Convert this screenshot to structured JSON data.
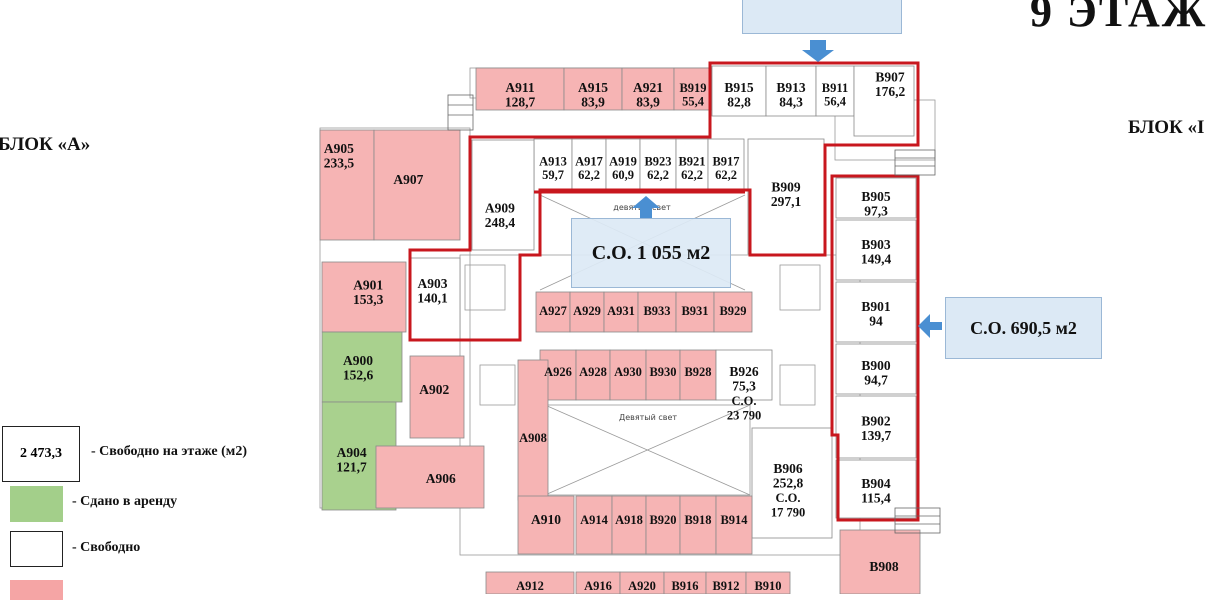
{
  "header": {
    "floor_title": "9 ЭТАЖ",
    "block_a_label": "БЛОК «А»",
    "block_b_label": "БЛОК «I"
  },
  "common_areas": {
    "central": "С.О. 1 055 м2",
    "east": "С.О. 690,5 м2",
    "atrium_top": "девятый свет",
    "atrium_bottom": "Девятый свет"
  },
  "legend": {
    "free_total_value": "2 473,3",
    "free_total_label": "- Свободно на этаже (м2)",
    "leased_label": "- Сдано в аренду",
    "free_label": "- Свободно",
    "leased_color": "#a3cf8a",
    "free_color": "#ffffff",
    "occupied_color": "#f5a5a5"
  },
  "colors": {
    "occupied": "#f6b4b4",
    "leased": "#a9d18e",
    "free": "#ffffff",
    "outline": "#c8171e",
    "callout": "#dce9f5",
    "arrow": "#4a8fd2"
  },
  "units": [
    {
      "id": "A911",
      "area": "128,7",
      "status": "occupied"
    },
    {
      "id": "A915",
      "area": "83,9",
      "status": "occupied"
    },
    {
      "id": "A921",
      "area": "83,9",
      "status": "occupied"
    },
    {
      "id": "B919",
      "area": "55,4",
      "status": "occupied"
    },
    {
      "id": "B915",
      "area": "82,8",
      "status": "free"
    },
    {
      "id": "B913",
      "area": "84,3",
      "status": "free"
    },
    {
      "id": "B911",
      "area": "56,4",
      "status": "free"
    },
    {
      "id": "B907",
      "area": "176,2",
      "status": "free"
    },
    {
      "id": "A905",
      "area": "233,5",
      "status": "occupied"
    },
    {
      "id": "A907",
      "area": "",
      "status": "occupied"
    },
    {
      "id": "A913",
      "area": "59,7",
      "status": "free"
    },
    {
      "id": "A917",
      "area": "62,2",
      "status": "free"
    },
    {
      "id": "A919",
      "area": "60,9",
      "status": "free"
    },
    {
      "id": "B923",
      "area": "62,2",
      "status": "free"
    },
    {
      "id": "B921",
      "area": "62,2",
      "status": "free"
    },
    {
      "id": "B917",
      "area": "62,2",
      "status": "free"
    },
    {
      "id": "A909",
      "area": "248,4",
      "status": "free"
    },
    {
      "id": "B909",
      "area": "297,1",
      "status": "free"
    },
    {
      "id": "B905",
      "area": "97,3",
      "status": "free"
    },
    {
      "id": "B903",
      "area": "149,4",
      "status": "free"
    },
    {
      "id": "A901",
      "area": "153,3",
      "status": "occupied"
    },
    {
      "id": "A903",
      "area": "140,1",
      "status": "free"
    },
    {
      "id": "A927",
      "area": "",
      "status": "occupied"
    },
    {
      "id": "A929",
      "area": "",
      "status": "occupied"
    },
    {
      "id": "A931",
      "area": "",
      "status": "occupied"
    },
    {
      "id": "B933",
      "area": "",
      "status": "occupied"
    },
    {
      "id": "B931",
      "area": "",
      "status": "occupied"
    },
    {
      "id": "B929",
      "area": "",
      "status": "occupied"
    },
    {
      "id": "B901",
      "area": "94",
      "status": "free"
    },
    {
      "id": "A900",
      "area": "152,6",
      "status": "leased"
    },
    {
      "id": "A902",
      "area": "",
      "status": "occupied"
    },
    {
      "id": "A926",
      "area": "",
      "status": "occupied"
    },
    {
      "id": "A928",
      "area": "",
      "status": "occupied"
    },
    {
      "id": "A930",
      "area": "",
      "status": "occupied"
    },
    {
      "id": "B930",
      "area": "",
      "status": "occupied"
    },
    {
      "id": "B928",
      "area": "",
      "status": "occupied"
    },
    {
      "id": "B926",
      "area": "75,3",
      "note": "С.О. 23 790",
      "status": "free"
    },
    {
      "id": "B900",
      "area": "94,7",
      "status": "free"
    },
    {
      "id": "A908",
      "area": "",
      "status": "occupied"
    },
    {
      "id": "B902",
      "area": "139,7",
      "status": "free"
    },
    {
      "id": "A904",
      "area": "121,7",
      "status": "leased"
    },
    {
      "id": "A906",
      "area": "",
      "status": "occupied"
    },
    {
      "id": "B906",
      "area": "252,8",
      "note": "С.О. 17 790",
      "status": "free"
    },
    {
      "id": "B904",
      "area": "115,4",
      "status": "free"
    },
    {
      "id": "A910",
      "area": "",
      "status": "occupied"
    },
    {
      "id": "A914",
      "area": "",
      "status": "occupied"
    },
    {
      "id": "A918",
      "area": "",
      "status": "occupied"
    },
    {
      "id": "B920",
      "area": "",
      "status": "occupied"
    },
    {
      "id": "B918",
      "area": "",
      "status": "occupied"
    },
    {
      "id": "B914",
      "area": "",
      "status": "occupied"
    },
    {
      "id": "B908",
      "area": "",
      "status": "occupied"
    },
    {
      "id": "A912",
      "area": "",
      "status": "occupied"
    },
    {
      "id": "A916",
      "area": "",
      "status": "occupied"
    },
    {
      "id": "A920",
      "area": "",
      "status": "occupied"
    },
    {
      "id": "B916",
      "area": "",
      "status": "occupied"
    },
    {
      "id": "B912",
      "area": "",
      "status": "occupied"
    },
    {
      "id": "B910",
      "area": "",
      "status": "occupied"
    }
  ]
}
